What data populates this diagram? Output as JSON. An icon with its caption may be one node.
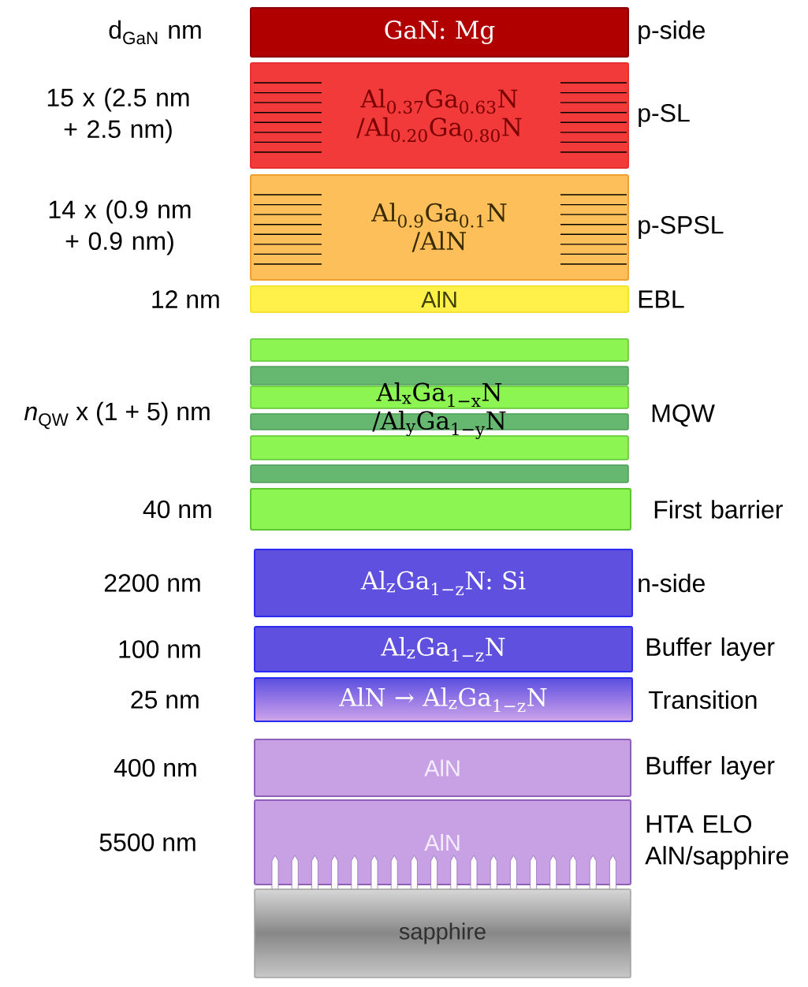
{
  "diagram": {
    "nodes": [
      {
        "text": [
          "GaN: Mg"
        ],
        "beside": [
          "d$_{GaN}$ nm",
          "p-side"
        ]
      },
      {
        "text": [
          "Al$_{0.37}$Ga$_{0.63}$N /Al$_{0.20}$Ga$_{0.80}$N"
        ],
        "beside": [
          "15 x (2.5 nm + 2.5 nm)",
          "p-SL"
        ]
      },
      {
        "text": [
          "Al$_{0.9}$Ga$_{0.1}$N /AlN"
        ],
        "beside": [
          "14 x (0.9 nm + 0.9 nm)",
          "p-SPSL"
        ]
      },
      {
        "text": [
          "AlN"
        ],
        "beside": [
          "12 nm",
          "EBL"
        ]
      },
      {
        "text": [
          "Al$_{x}$Ga$_{1−x}$N /Al$_{y}$Ga$_{1−y}$N"
        ],
        "beside": [
          "*n*$_{QW}$ x (1 + 5) nm",
          "MQW"
        ]
      },
      {
        "text": [],
        "shape": "box",
        "beside": [
          "40 nm",
          "First barrier"
        ]
      },
      {
        "text": [
          "Al$_{z}$Ga$_{1−z}$N: Si"
        ],
        "beside": [
          "2200 nm",
          "n-side"
        ]
      },
      {
        "text": [
          "Al$_{z}$Ga$_{1−z}$N"
        ],
        "beside": [
          "100 nm",
          "Buffer layer"
        ]
      },
      {
        "text": [
          "AlN → Al$_{z}$Ga$_{1−z}$N"
        ],
        "beside": [
          "25 nm",
          "Transition"
        ]
      },
      {
        "text": [
          "AlN"
        ],
        "beside": [
          "400 nm",
          "Buffer layer"
        ]
      },
      {
        "text": [
          "AlN"
        ],
        "beside": [
          "5500 nm",
          "HTA ELO AlN/sapphire"
        ]
      },
      {
        "text": [
          "sapphire"
        ]
      }
    ]
  }
}
